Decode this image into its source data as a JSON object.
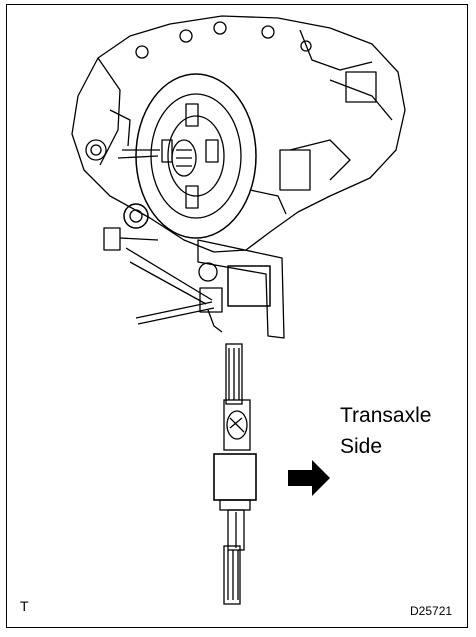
{
  "labels": {
    "side_line1": "Transaxle",
    "side_line2": "Side",
    "corner_mark": "T",
    "figure_code": "D25721"
  },
  "icons": {
    "direction": "arrow-right-icon"
  }
}
